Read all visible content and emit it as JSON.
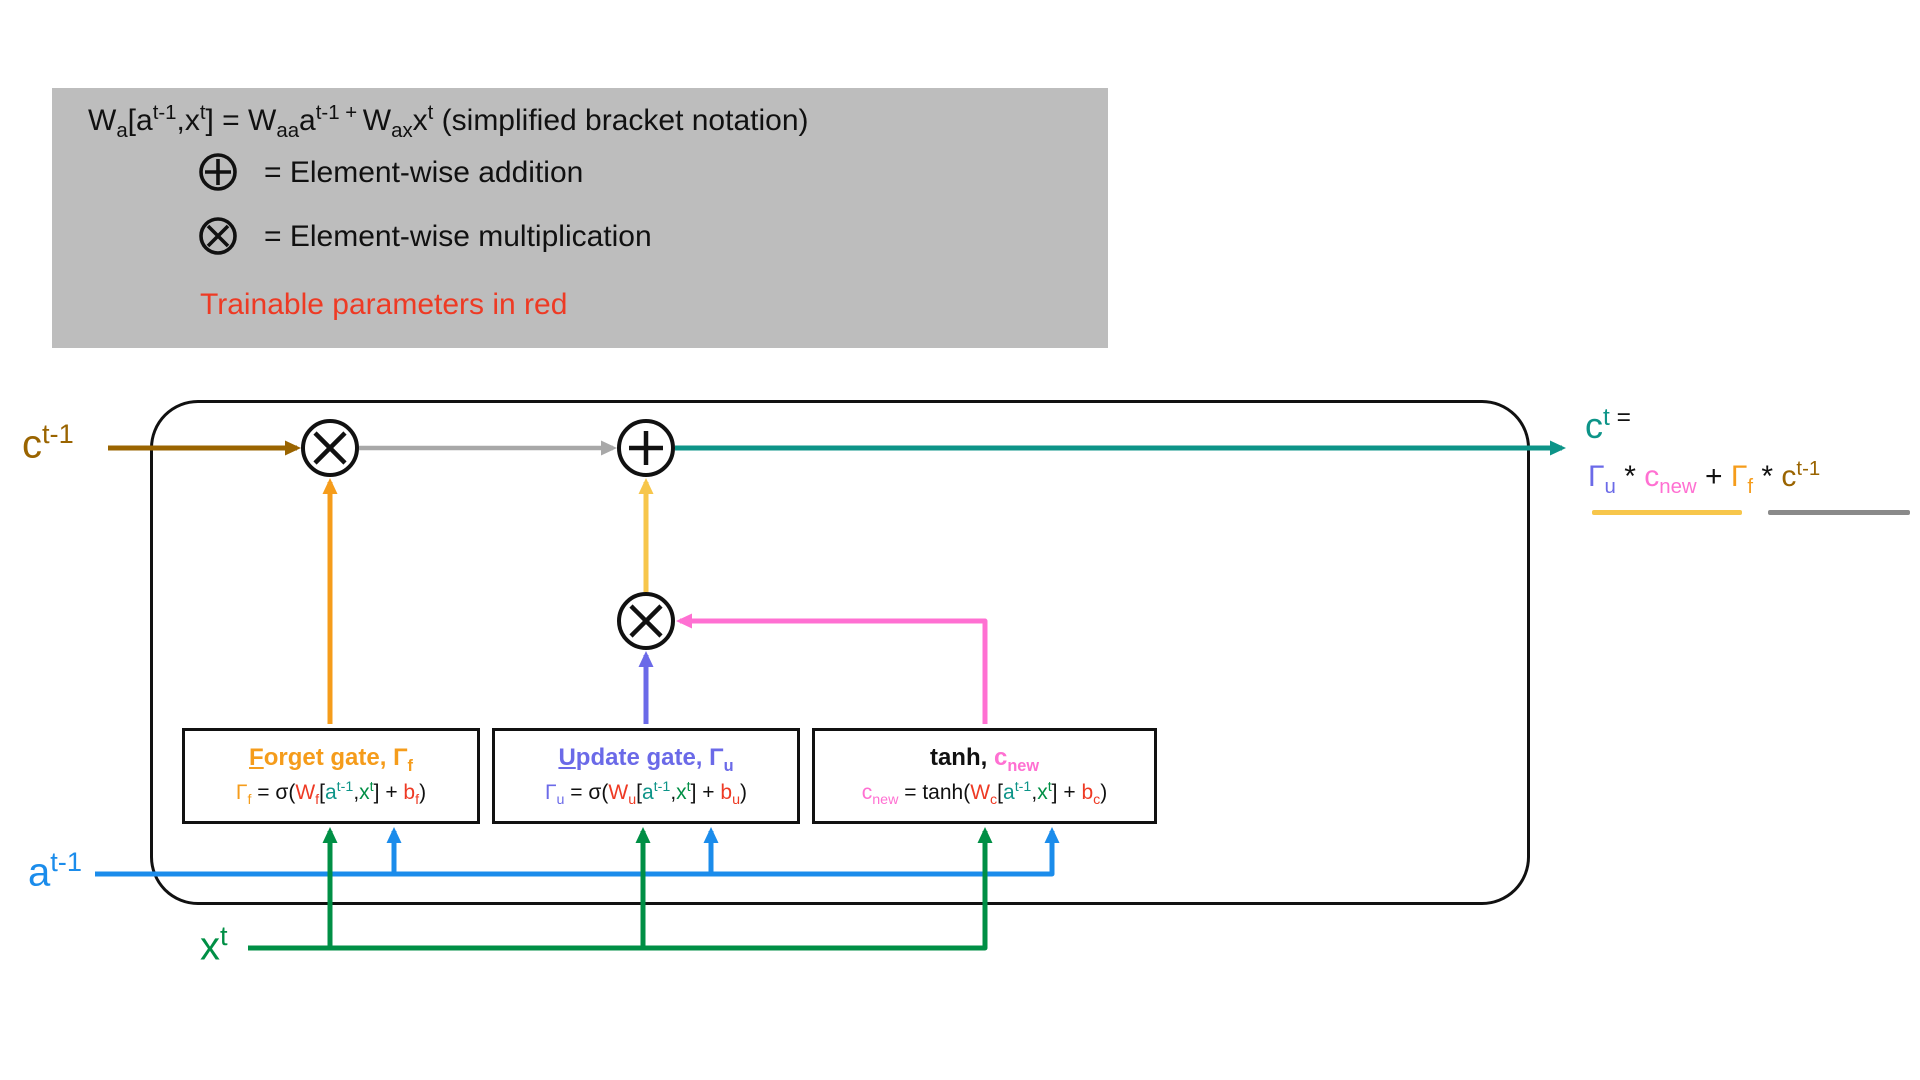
{
  "colors": {
    "black": "#111111",
    "red": "#ee3a24",
    "orange": "#f59c1b",
    "gold": "#f7c64b",
    "purple": "#6b6ae8",
    "pink": "#ff70d2",
    "blue": "#1b8ceb",
    "green": "#008f45",
    "teal": "#0d9488",
    "brown": "#9a6400",
    "gray": "#a8a8a8",
    "gray_dark": "#8a8a8a",
    "legend_bg": "#bdbdbd"
  },
  "legend": {
    "bracket_notation": [
      {
        "t": "W"
      },
      {
        "t": "a",
        "s": "sub"
      },
      {
        "t": "["
      },
      {
        "t": "a"
      },
      {
        "t": "t-1",
        "s": "sup"
      },
      {
        "t": ",x"
      },
      {
        "t": "t",
        "s": "sup"
      },
      {
        "t": "] = W"
      },
      {
        "t": "aa",
        "s": "sub"
      },
      {
        "t": "a"
      },
      {
        "t": "t-1",
        "s": "sup"
      },
      {
        "t": " + ",
        "s": "sup"
      },
      {
        "t": "W"
      },
      {
        "t": "ax",
        "s": "sub"
      },
      {
        "t": "x"
      },
      {
        "t": "t",
        "s": "sup"
      },
      {
        "t": " (simplified bracket notation)"
      }
    ],
    "addition": {
      "icon": "circle-plus-icon",
      "label": "= Element-wise addition"
    },
    "multiplication": {
      "icon": "circle-times-icon",
      "label": "= Element-wise multiplication"
    },
    "trainable_note": "Trainable parameters in red"
  },
  "inputs": {
    "c_prev": [
      {
        "t": "c",
        "c": "brown"
      },
      {
        "t": "t-1",
        "c": "brown",
        "s": "sup"
      }
    ],
    "a_prev": [
      {
        "t": "a",
        "c": "blue"
      },
      {
        "t": "t-1",
        "c": "blue",
        "s": "sup"
      }
    ],
    "x_t": [
      {
        "t": "x",
        "c": "green"
      },
      {
        "t": "t",
        "c": "green",
        "s": "sup"
      }
    ]
  },
  "output": {
    "c_t": [
      {
        "t": "c",
        "c": "teal"
      },
      {
        "t": "t",
        "c": "teal",
        "s": "sup"
      },
      {
        "t": " =",
        "c": "black",
        "s": "sup"
      }
    ],
    "equation": [
      {
        "t": "Γ",
        "c": "purple"
      },
      {
        "t": "u",
        "c": "purple",
        "s": "sub"
      },
      {
        "t": " * ",
        "c": "black"
      },
      {
        "t": "c",
        "c": "pink"
      },
      {
        "t": "new",
        "c": "pink",
        "s": "sub"
      },
      {
        "t": " + ",
        "c": "black"
      },
      {
        "t": "Γ",
        "c": "orange"
      },
      {
        "t": "f",
        "c": "orange",
        "s": "sub"
      },
      {
        "t": " * ",
        "c": "black"
      },
      {
        "t": "c",
        "c": "brown"
      },
      {
        "t": "t-1",
        "c": "brown",
        "s": "sup"
      }
    ]
  },
  "gates": {
    "forget": {
      "title": [
        {
          "t": "F",
          "c": "orange",
          "u": true
        },
        {
          "t": "orget gate, Γ",
          "c": "orange"
        },
        {
          "t": "f",
          "c": "orange",
          "s": "sub"
        }
      ],
      "formula": [
        {
          "t": "Γ",
          "c": "orange"
        },
        {
          "t": "f",
          "c": "orange",
          "s": "sub"
        },
        {
          "t": " = σ(",
          "c": "black"
        },
        {
          "t": "W",
          "c": "red"
        },
        {
          "t": "f",
          "c": "red",
          "s": "sub"
        },
        {
          "t": "[",
          "c": "black"
        },
        {
          "t": "a",
          "c": "teal"
        },
        {
          "t": "t-1",
          "c": "teal",
          "s": "sup"
        },
        {
          "t": ",",
          "c": "black"
        },
        {
          "t": "x",
          "c": "green"
        },
        {
          "t": "t",
          "c": "green",
          "s": "sup"
        },
        {
          "t": "]",
          "c": "black"
        },
        {
          "t": " + ",
          "c": "black"
        },
        {
          "t": "b",
          "c": "red"
        },
        {
          "t": "f",
          "c": "red",
          "s": "sub"
        },
        {
          "t": ")",
          "c": "black"
        }
      ]
    },
    "update": {
      "title": [
        {
          "t": "U",
          "c": "purple",
          "u": true
        },
        {
          "t": "pdate gate, Γ",
          "c": "purple"
        },
        {
          "t": "u",
          "c": "purple",
          "s": "sub"
        }
      ],
      "formula": [
        {
          "t": "Γ",
          "c": "purple"
        },
        {
          "t": "u",
          "c": "purple",
          "s": "sub"
        },
        {
          "t": " = σ(",
          "c": "black"
        },
        {
          "t": "W",
          "c": "red"
        },
        {
          "t": "u",
          "c": "red",
          "s": "sub"
        },
        {
          "t": "[",
          "c": "black"
        },
        {
          "t": "a",
          "c": "teal"
        },
        {
          "t": "t-1",
          "c": "teal",
          "s": "sup"
        },
        {
          "t": ",",
          "c": "black"
        },
        {
          "t": "x",
          "c": "green"
        },
        {
          "t": "t",
          "c": "green",
          "s": "sup"
        },
        {
          "t": "]",
          "c": "black"
        },
        {
          "t": " + ",
          "c": "black"
        },
        {
          "t": "b",
          "c": "red"
        },
        {
          "t": "u",
          "c": "red",
          "s": "sub"
        },
        {
          "t": ")",
          "c": "black"
        }
      ]
    },
    "candidate": {
      "title": [
        {
          "t": "tanh, ",
          "c": "black"
        },
        {
          "t": "c",
          "c": "pink"
        },
        {
          "t": "new",
          "c": "pink",
          "s": "sub"
        }
      ],
      "formula": [
        {
          "t": "c",
          "c": "pink"
        },
        {
          "t": "new",
          "c": "pink",
          "s": "sub"
        },
        {
          "t": " = tanh(",
          "c": "black"
        },
        {
          "t": "W",
          "c": "red"
        },
        {
          "t": "c",
          "c": "red",
          "s": "sub"
        },
        {
          "t": "[",
          "c": "black"
        },
        {
          "t": "a",
          "c": "teal"
        },
        {
          "t": "t-1",
          "c": "teal",
          "s": "sup"
        },
        {
          "t": ",",
          "c": "black"
        },
        {
          "t": "x",
          "c": "green"
        },
        {
          "t": "t",
          "c": "green",
          "s": "sup"
        },
        {
          "t": "]",
          "c": "black"
        },
        {
          "t": " + ",
          "c": "black"
        },
        {
          "t": "b",
          "c": "red"
        },
        {
          "t": "c",
          "c": "red",
          "s": "sub"
        },
        {
          "t": ")",
          "c": "black"
        }
      ]
    }
  }
}
